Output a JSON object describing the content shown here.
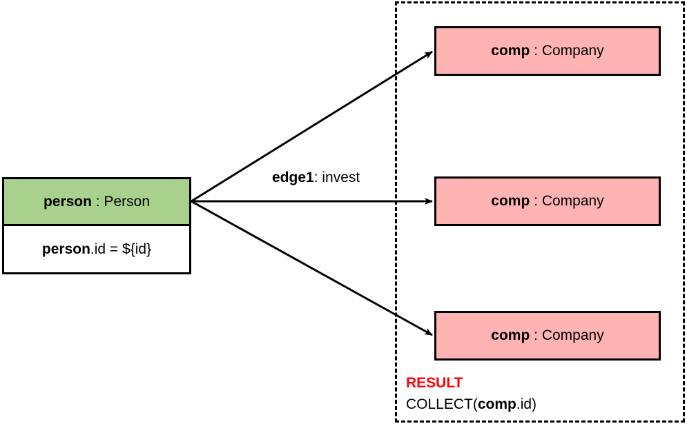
{
  "colors": {
    "person_fill": "#a9d18e",
    "company_fill": "#ffb3b3",
    "result_title": "#ff0000",
    "stroke": "#000000"
  },
  "person": {
    "name": "person",
    "sep": " : ",
    "type": "Person",
    "filter_var": "person",
    "filter_rest": ".id = ${id}"
  },
  "edge": {
    "name": "edge1",
    "sep": ": ",
    "type": "invest"
  },
  "companies": [
    {
      "name": "comp",
      "sep": " : ",
      "type": "Company"
    },
    {
      "name": "comp",
      "sep": " : ",
      "type": "Company"
    },
    {
      "name": "comp",
      "sep": " : ",
      "type": "Company"
    }
  ],
  "result": {
    "title": "RESULT",
    "expr_prefix": "COLLECT(",
    "expr_var": "comp",
    "expr_suffix": ".id)"
  }
}
